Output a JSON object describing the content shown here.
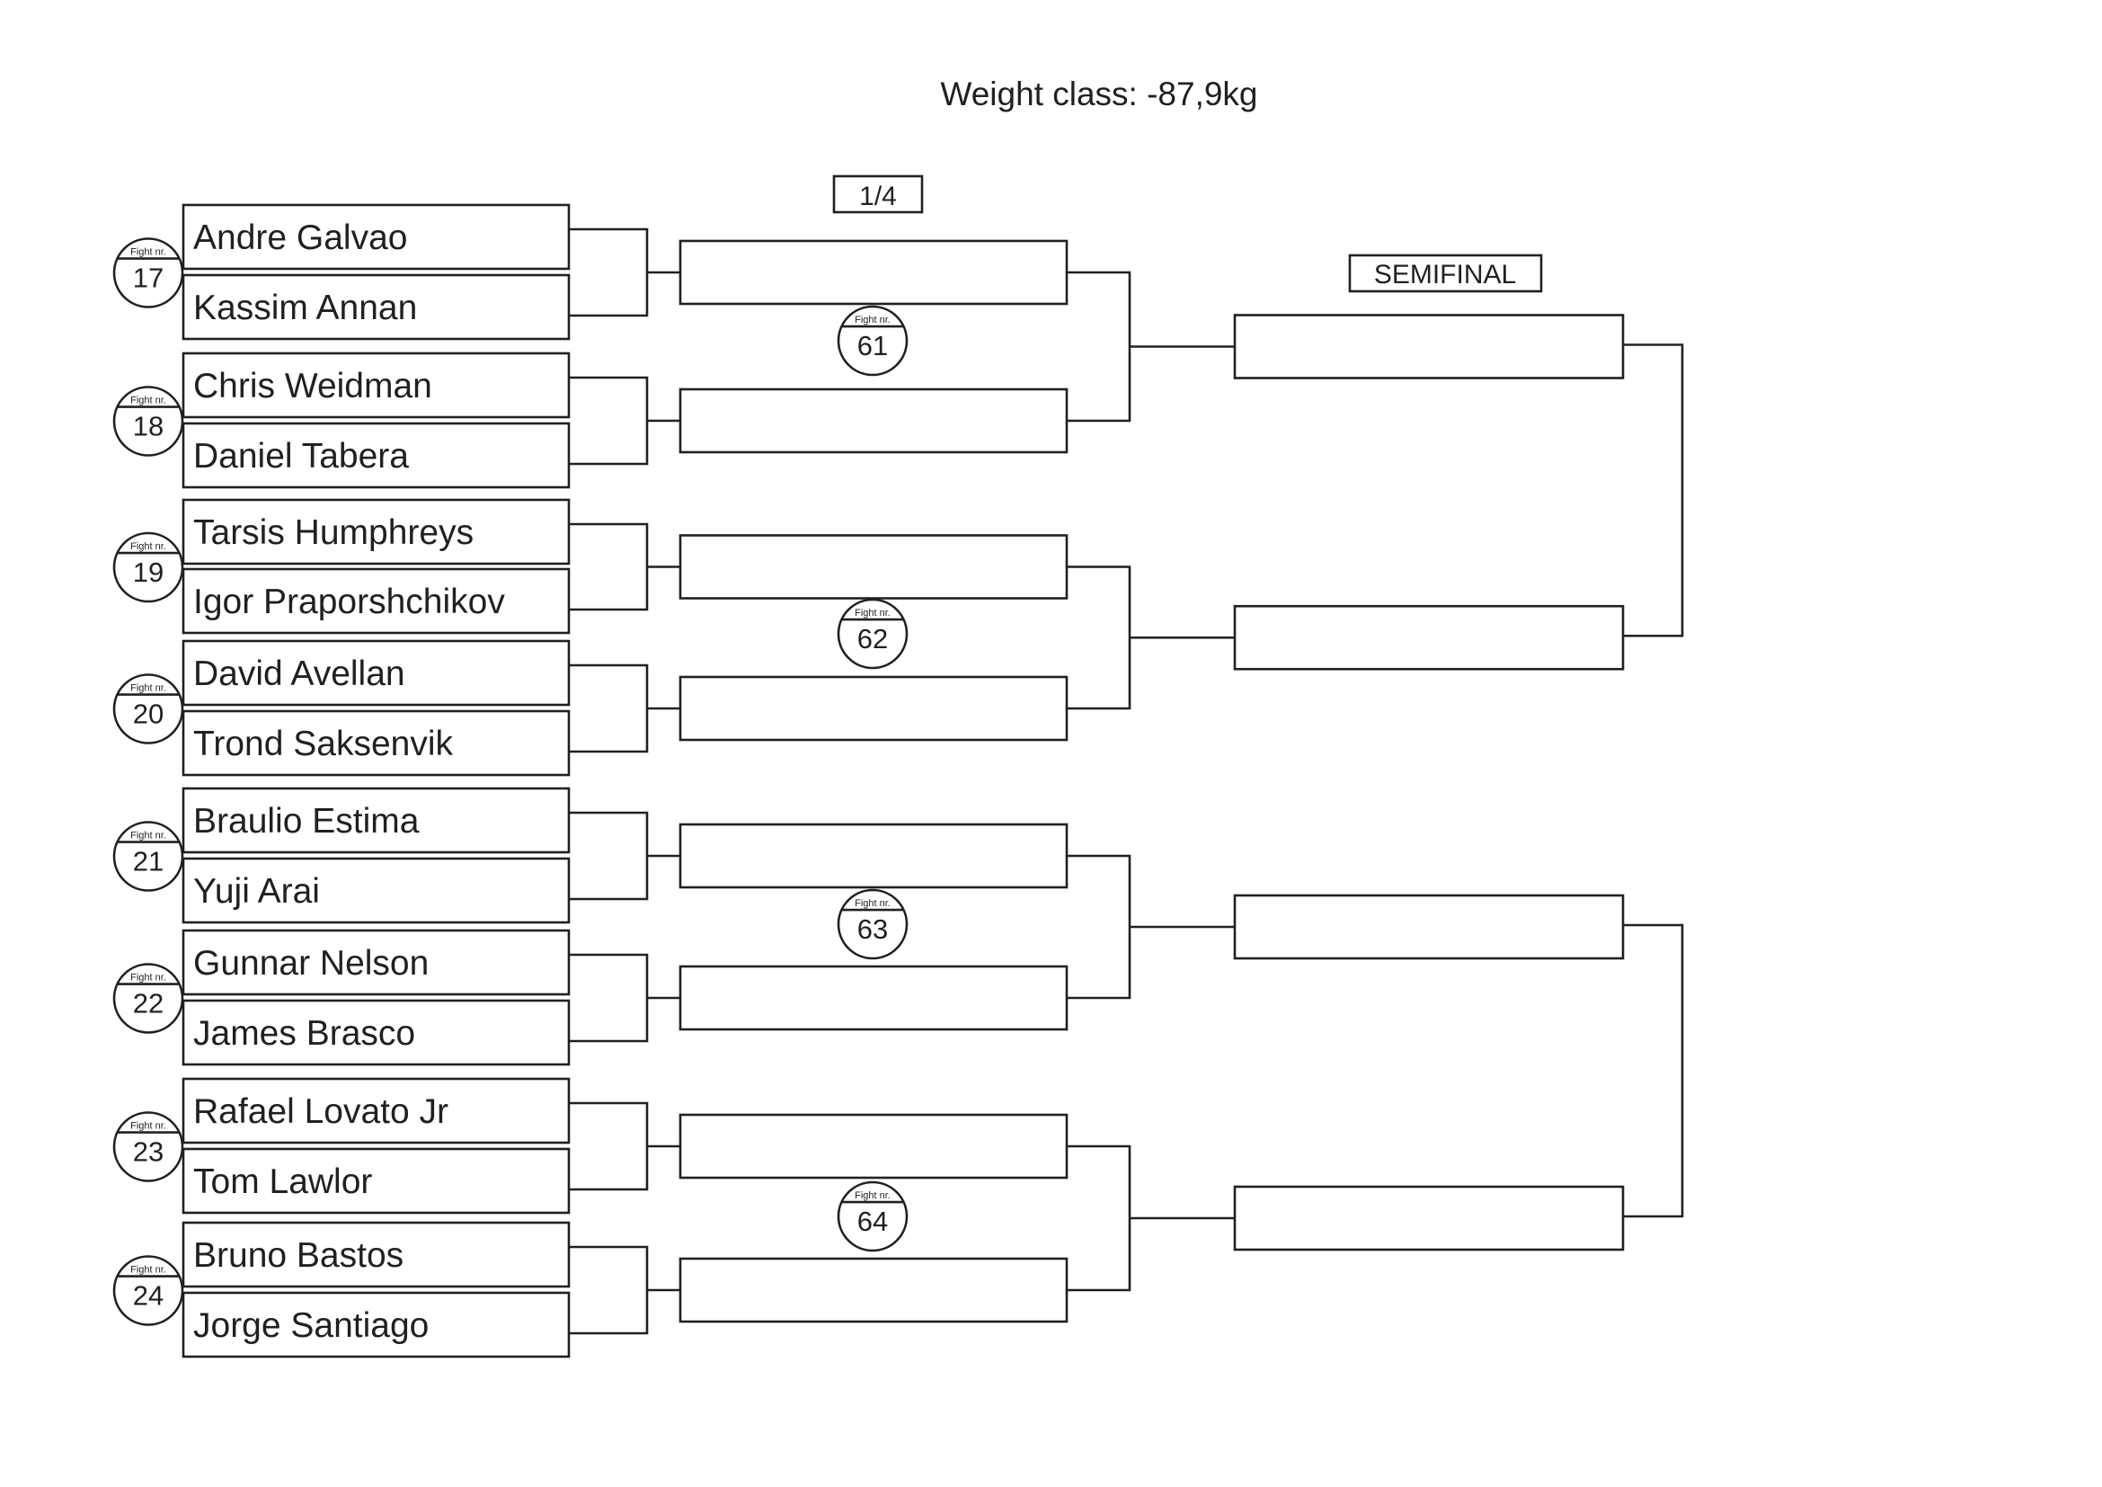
{
  "title": "Weight class: -87,9kg",
  "rounds": {
    "quarter_label": "1/4",
    "semi_label": "SEMIFINAL"
  },
  "fight_caption": "Fight nr.",
  "first_round": [
    {
      "fight": "17",
      "competitors": [
        "Andre Galvao",
        "Kassim Annan"
      ]
    },
    {
      "fight": "18",
      "competitors": [
        "Chris Weidman",
        "Daniel Tabera"
      ]
    },
    {
      "fight": "19",
      "competitors": [
        "Tarsis Humphreys",
        "Igor Praporshchikov"
      ]
    },
    {
      "fight": "20",
      "competitors": [
        "David Avellan",
        "Trond Saksenvik"
      ]
    },
    {
      "fight": "21",
      "competitors": [
        "Braulio Estima",
        "Yuji Arai"
      ]
    },
    {
      "fight": "22",
      "competitors": [
        "Gunnar Nelson",
        "James Brasco"
      ]
    },
    {
      "fight": "23",
      "competitors": [
        "Rafael Lovato Jr",
        "Tom Lawlor"
      ]
    },
    {
      "fight": "24",
      "competitors": [
        "Bruno Bastos",
        "Jorge Santiago"
      ]
    }
  ],
  "quarter_finals": [
    {
      "fight": "61",
      "slots": [
        "",
        ""
      ]
    },
    {
      "fight": "62",
      "slots": [
        "",
        ""
      ]
    },
    {
      "fight": "63",
      "slots": [
        "",
        ""
      ]
    },
    {
      "fight": "64",
      "slots": [
        "",
        ""
      ]
    }
  ],
  "semi_finals": [
    {
      "slots": [
        "",
        ""
      ]
    },
    {
      "slots": [
        "",
        ""
      ]
    }
  ],
  "colors": {
    "ink": "#231f20",
    "paper": "#ffffff"
  }
}
